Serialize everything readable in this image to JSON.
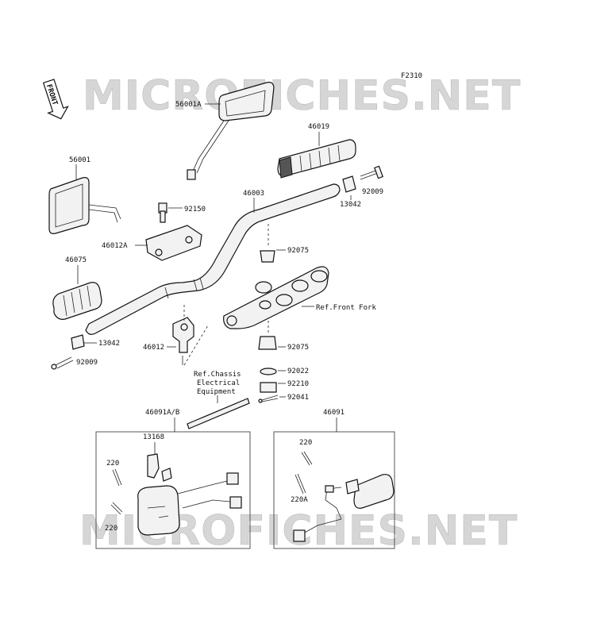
{
  "diagram_code": "F2310",
  "watermark_text": "MICROFICHES.NET",
  "front_badge": "FRONT",
  "parts": {
    "mirror_right": "56001A",
    "mirror_left": "56001",
    "grip_right": "46019",
    "grip_end_right": "13042",
    "screw_right": "92009",
    "handlebar": "46003",
    "holder_bolt": "92150",
    "holder_upper": "46012A",
    "grip_left": "46075",
    "damper_upper": "92075",
    "ref_front_fork": "Ref.Front Fork",
    "grip_end_left": "13042",
    "holder_lower": "46012",
    "damper_lower": "92075",
    "screw_left": "92009",
    "washer": "92022",
    "collar": "92210",
    "cotter_pin": "92041",
    "ref_chassis_line1": "Ref.Chassis",
    "ref_chassis_line2": "Electrical",
    "ref_chassis_line3": "Equipment",
    "switch_left_box": "46091A/B",
    "switch_right_box": "46091",
    "clamp": "13168",
    "screw_220_a": "220",
    "screw_220_b": "220",
    "screw_220_c": "220",
    "screw_220a": "220A"
  }
}
